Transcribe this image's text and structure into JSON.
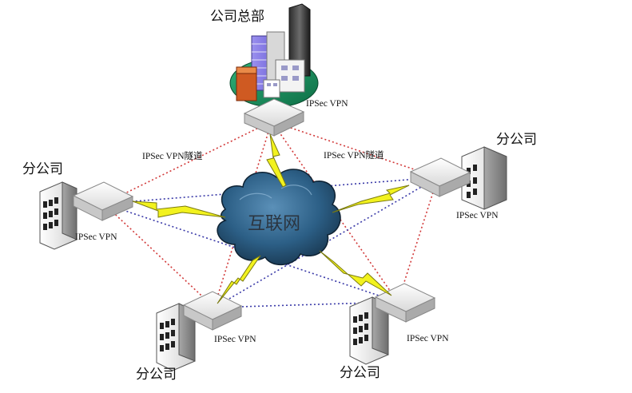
{
  "headquarters": {
    "label": "公司总部",
    "vpn_label": "IPSec VPN"
  },
  "internet": {
    "label": "互联网"
  },
  "tunnels": [
    {
      "label": "IPSec VPN隧道"
    },
    {
      "label": "IPSec VPN隧道"
    }
  ],
  "branches": [
    {
      "label": "分公司",
      "vpn_label": "IPSec VPN"
    },
    {
      "label": "分公司",
      "vpn_label": "IPSec VPN"
    },
    {
      "label": "分公司",
      "vpn_label": "IPSec VPN"
    },
    {
      "label": "分公司",
      "vpn_label": "IPSec VPN"
    }
  ],
  "legend_colors": {
    "tunnel_line": "#d23a3a",
    "mesh_line": "#3a3aa8",
    "lightning": "#f2f21e",
    "cloud": "#2c5f86"
  }
}
